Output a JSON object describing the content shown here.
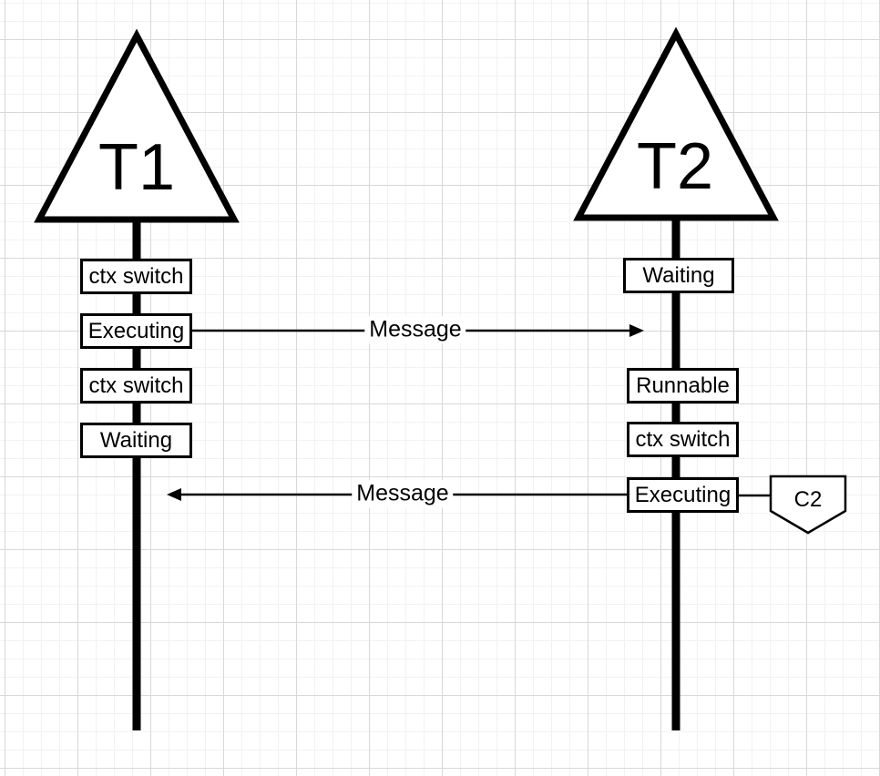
{
  "canvas": {
    "background": "#ffffff",
    "grid_minor_color": "#f2f2f2",
    "grid_major_color": "#d8d8d8",
    "stroke_color": "#000000"
  },
  "threads": [
    {
      "label": "T1",
      "states": [
        "ctx switch",
        "Executing",
        "ctx switch",
        "Waiting"
      ]
    },
    {
      "label": "T2",
      "states": [
        "Waiting",
        "Runnable",
        "ctx switch",
        "Executing"
      ]
    }
  ],
  "messages": [
    {
      "label": "Message",
      "from": "T1",
      "to": "T2",
      "direction": "right"
    },
    {
      "label": "Message",
      "from": "T2",
      "to": "T1",
      "direction": "left"
    }
  ],
  "annotations": [
    {
      "label": "C2",
      "attached_to_thread": "T2",
      "attached_to_state": "Executing"
    }
  ]
}
